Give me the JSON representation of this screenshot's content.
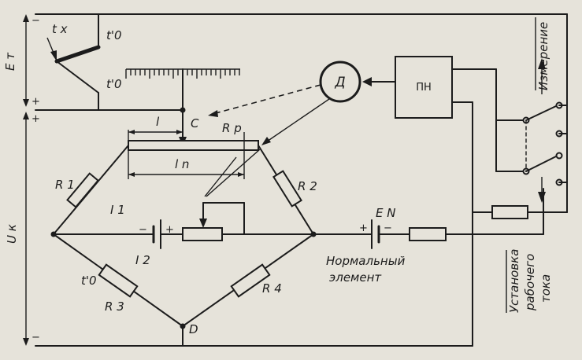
{
  "labels": {
    "et": "E т",
    "uk": "U к",
    "tx": "t x",
    "t0_top": "t'0",
    "t0_mid": "t'0",
    "t0_bridge": "t'0",
    "l": "l",
    "c": "C",
    "rp": "R p",
    "ln": "l n",
    "d_node": "D",
    "r1": "R 1",
    "r2": "R 2",
    "r3": "R 3",
    "r4": "R 4",
    "i1": "I 1",
    "i2": "I 2",
    "en": "E N",
    "d_circle": "Д",
    "pn": "ПН",
    "measure": "Измерение",
    "norm_line1": "Нормальный",
    "norm_line2": "элемент",
    "setup_line1": "Установка",
    "setup_line2": "рабочего",
    "setup_line3": "тока",
    "minus_et_top": "−",
    "plus_et_bottom": "+",
    "plus_uk_top": "+",
    "minus_uk_bottom": "−",
    "minus_bat1": "−",
    "plus_bat1": "+",
    "plus_en": "+",
    "minus_en": "−"
  }
}
